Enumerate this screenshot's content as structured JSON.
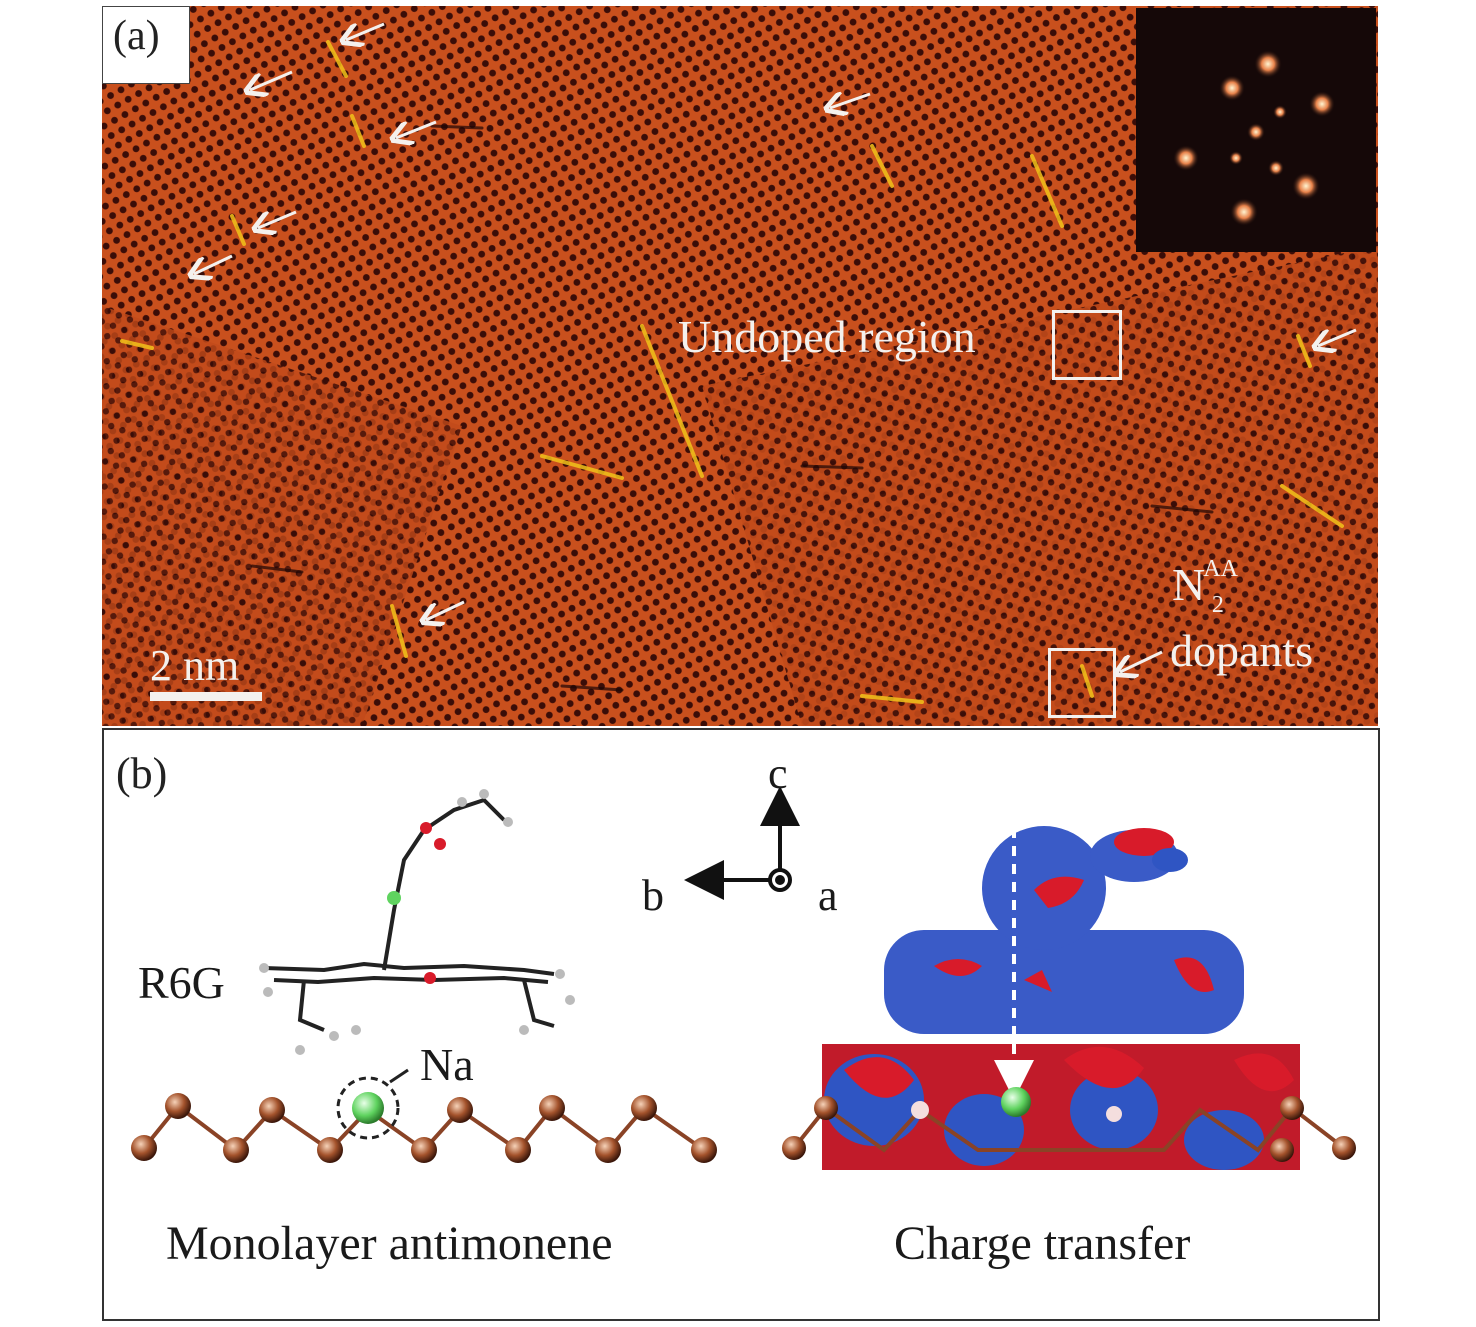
{
  "panel_a": {
    "label": "(a)",
    "undoped_label": "Undoped region",
    "dopant_symbol": "N",
    "dopant_superscript": "AA",
    "dopant_subscript": "2",
    "dopant_label": "dopants",
    "scale_bar_label": "2 nm",
    "colors": {
      "lattice": "#c9501d",
      "defect": "#f2c21a",
      "overlay": "#f4f1ee"
    }
  },
  "panel_b": {
    "label": "(b)",
    "molecule_label": "R6G",
    "sodium_label": "Na",
    "axis_c": "c",
    "axis_b": "b",
    "axis_a": "a",
    "caption_left": "Monolayer antimonene",
    "caption_right": "Charge transfer",
    "colors": {
      "antimony": "#a0522d",
      "sodium": "#5fd35f",
      "charge_accumulation": "#3a5bc7",
      "charge_depletion": "#d81b2a"
    }
  }
}
